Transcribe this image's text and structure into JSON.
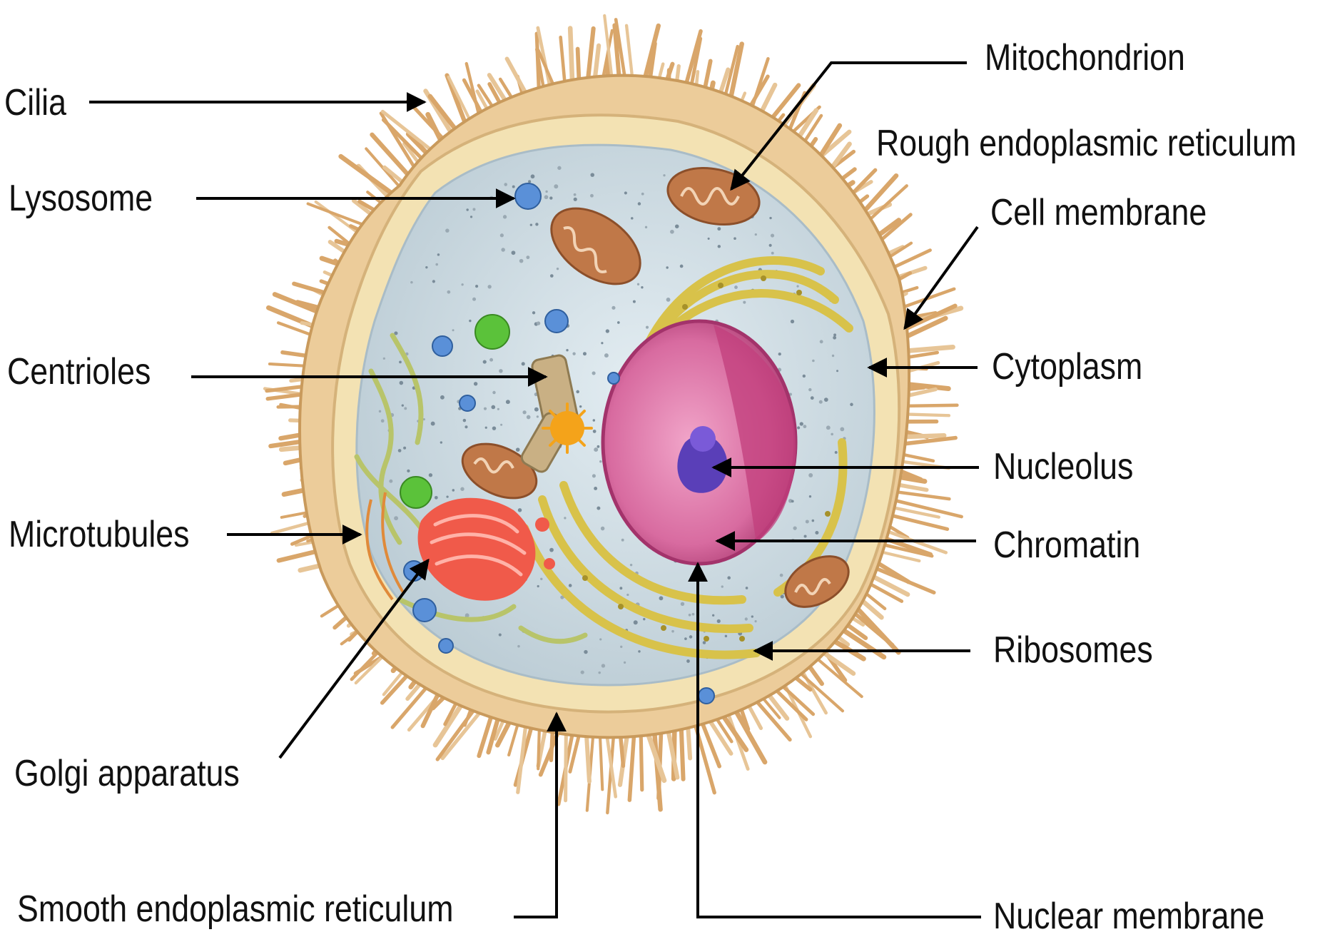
{
  "labels": {
    "cilia": "Cilia",
    "lysosome": "Lysosome",
    "centrioles": "Centrioles",
    "microtubules": "Microtubules",
    "golgi": "Golgi apparatus",
    "smooth_er": "Smooth endoplasmic reticulum",
    "mitochondrion": "Mitochondrion",
    "rough_er": "Rough endoplasmic reticulum",
    "cell_membrane": "Cell membrane",
    "cytoplasm": "Cytoplasm",
    "nucleolus": "Nucleolus",
    "chromatin": "Chromatin",
    "ribosomes": "Ribosomes",
    "nuclear_membrane": "Nuclear membrane"
  },
  "colors": {
    "cilia": "#d9a66a",
    "membrane": "#f3e2b3",
    "cytoplasm": "#c7d9e3",
    "nucleus": "#d86ba0",
    "nucleolus": "#5a3fb8",
    "golgi": "#f05a4a",
    "mitochondrion": "#c07848",
    "rough_er": "#d8c24a",
    "lysosome": "#5a90d8",
    "vesicle_green": "#5bc23a",
    "centriole": "#f4a31a",
    "leader": "#000000"
  }
}
